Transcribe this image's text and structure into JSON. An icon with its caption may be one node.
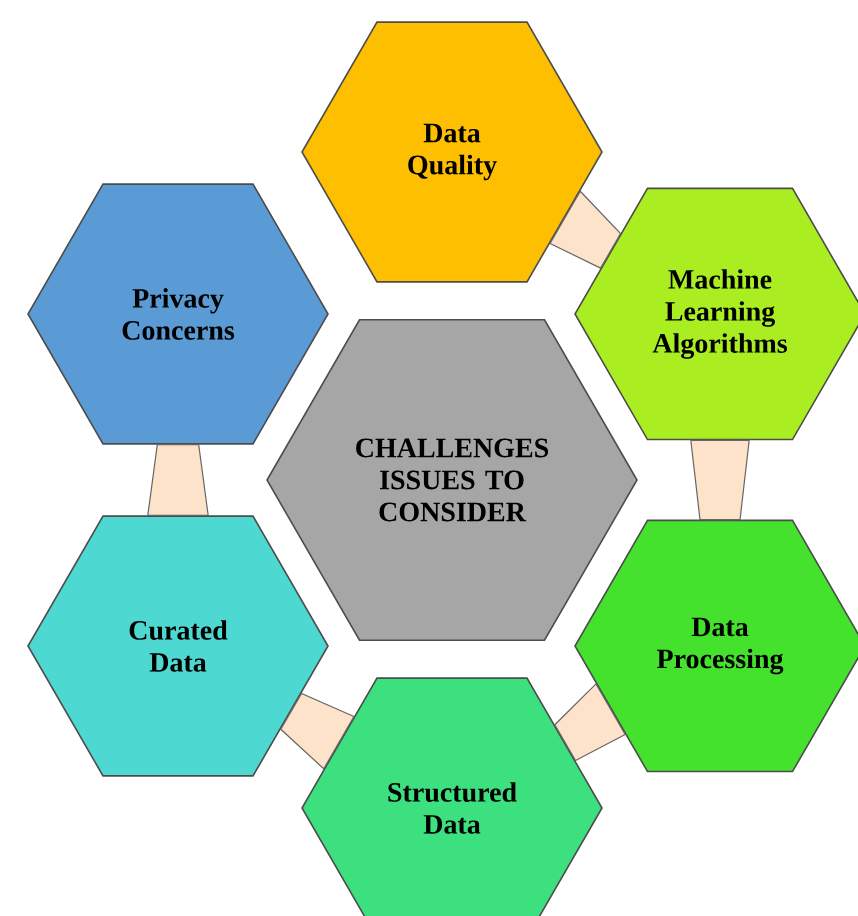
{
  "diagram": {
    "nodes": [
      {
        "text": [
          "Data Quality"
        ]
      },
      {
        "text": [
          "Privacy Concerns"
        ]
      },
      {
        "text": [
          "Machine Learning Algorithms"
        ]
      },
      {
        "text": [
          "CHALLENGES ISSUES TO CONSIDER"
        ]
      },
      {
        "text": [
          "Curated Data"
        ]
      },
      {
        "text": [
          "Data Processing"
        ]
      },
      {
        "text": [
          "Structured Data"
        ]
      }
    ],
    "edges": [
      {
        "from": 0,
        "to": 2,
        "arrow": "none"
      },
      {
        "from": 2,
        "to": 5,
        "arrow": "none"
      },
      {
        "from": 5,
        "to": 6,
        "arrow": "none"
      },
      {
        "from": 6,
        "to": 4,
        "arrow": "none"
      },
      {
        "from": 4,
        "to": 1,
        "arrow": "none"
      }
    ]
  }
}
